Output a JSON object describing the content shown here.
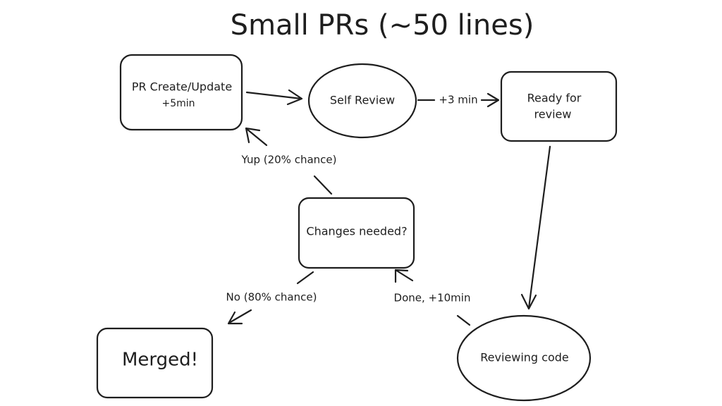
{
  "title": "Small PRs (~50 lines)",
  "nodes": {
    "pr_create": {
      "line1": "PR Create/Update",
      "line2": "+5min"
    },
    "self_review": {
      "label": "Self Review"
    },
    "ready": {
      "line1": "Ready for",
      "line2": "review"
    },
    "reviewing": {
      "label": "Reviewing code"
    },
    "changes": {
      "label": "Changes needed?"
    },
    "merged": {
      "label": "Merged!"
    }
  },
  "edges": {
    "self_to_ready": "+3 min",
    "changes_to_pr": "Yup (20% chance)",
    "changes_to_merged": "No (80% chance)",
    "reviewing_to_changes": "Done, +10min"
  },
  "colors": {
    "stroke": "#1e1e1e",
    "background": "#ffffff"
  }
}
